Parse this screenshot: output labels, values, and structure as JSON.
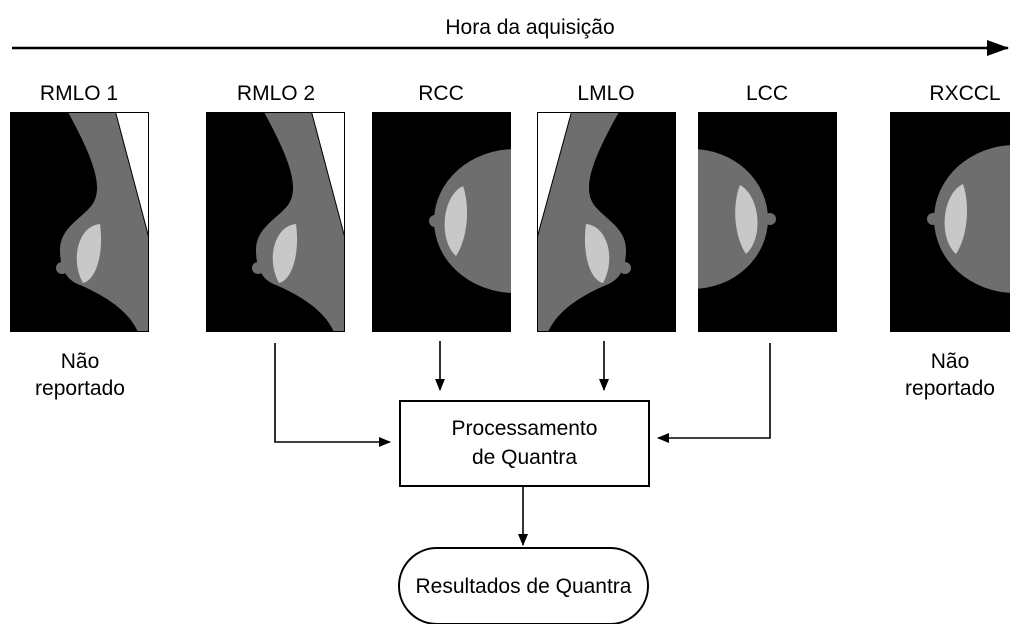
{
  "timeline": {
    "label": "Hora da aquisição"
  },
  "views": [
    {
      "name": "RMLO 1",
      "status": "excluded"
    },
    {
      "name": "RMLO 2",
      "status": "processed"
    },
    {
      "name": "RCC",
      "status": "processed"
    },
    {
      "name": "LMLO",
      "status": "processed"
    },
    {
      "name": "LCC",
      "status": "processed"
    },
    {
      "name": "RXCCL",
      "status": "excluded"
    }
  ],
  "notes": {
    "not_reported_line1": "Não",
    "not_reported_line2": "reportado"
  },
  "process": {
    "line1": "Processamento",
    "line2": "de Quantra"
  },
  "result": {
    "label": "Resultados de Quantra"
  },
  "colors": {
    "image_bg": "#000000",
    "tissue": "#6e6e6e",
    "dense": "#c8c8c8",
    "line": "#000000"
  }
}
